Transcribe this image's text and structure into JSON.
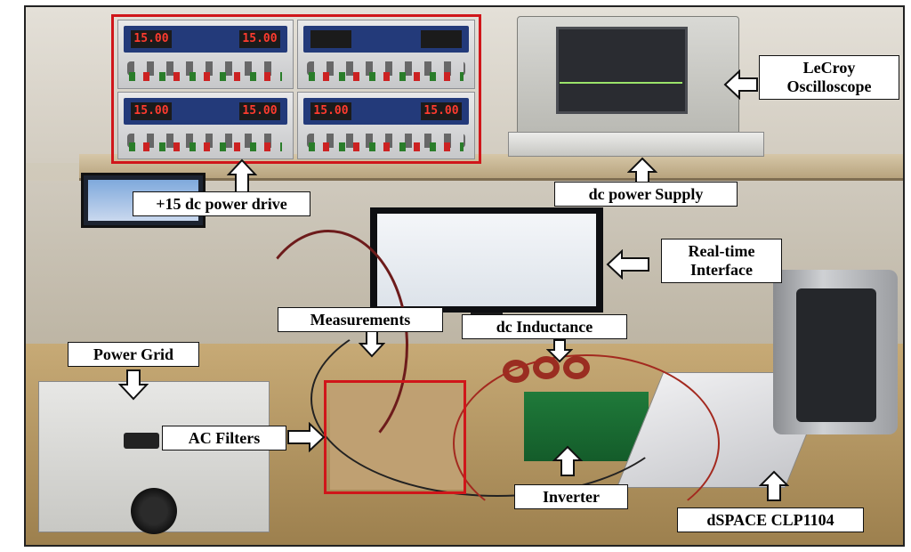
{
  "labels": {
    "lecroy": "LeCroy\nOscilloscope",
    "psu_drive": "+15 dc power drive",
    "dc_supply": "dc power Supply",
    "realtime": "Real-time\nInterface",
    "measurements": "Measurements",
    "dc_inductance": "dc Inductance",
    "power_grid": "Power Grid",
    "ac_filters": "AC Filters",
    "inverter": "Inverter",
    "dspace": "dSPACE CLP1104"
  },
  "psu_readouts": [
    "15.00",
    "15.00",
    "15.00",
    "15.00",
    "15.00",
    "15.00"
  ],
  "colors": {
    "highlight_box": "#d0161a",
    "label_border": "#111111",
    "label_fill": "#ffffff",
    "arrow_fill": "#ffffff"
  },
  "icons": [
    "arrow-left-icon",
    "arrow-up-icon",
    "arrow-down-icon",
    "arrow-right-icon"
  ]
}
